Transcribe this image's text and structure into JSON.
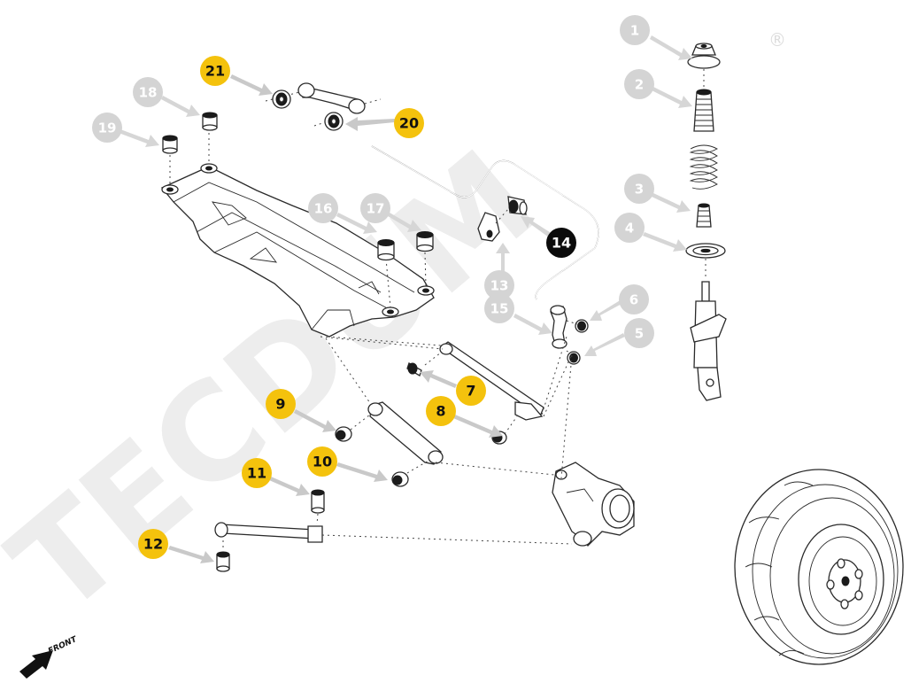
{
  "watermark": {
    "text": "TECDUM",
    "registered_mark": "®"
  },
  "direction_label": "FRONT",
  "callouts": [
    {
      "id": "c1",
      "label": "1",
      "style": "gray",
      "part": "top-strut-mount"
    },
    {
      "id": "c2",
      "label": "2",
      "style": "gray",
      "part": "dust-boot"
    },
    {
      "id": "c3",
      "label": "3",
      "style": "gray",
      "part": "bump-stop"
    },
    {
      "id": "c4",
      "label": "4",
      "style": "gray",
      "part": "spring-seat"
    },
    {
      "id": "c5",
      "label": "5",
      "style": "gray",
      "part": "link-bushing-lower"
    },
    {
      "id": "c6",
      "label": "6",
      "style": "gray",
      "part": "link-bushing-upper"
    },
    {
      "id": "c7",
      "label": "7",
      "style": "yellow",
      "part": "trailing-arm-bushing-front"
    },
    {
      "id": "c8",
      "label": "8",
      "style": "yellow",
      "part": "trailing-arm-bushing-rear"
    },
    {
      "id": "c9",
      "label": "9",
      "style": "yellow",
      "part": "lower-arm-bushing-inner"
    },
    {
      "id": "c10",
      "label": "10",
      "style": "yellow",
      "part": "lower-arm-bushing-outer"
    },
    {
      "id": "c11",
      "label": "11",
      "style": "yellow",
      "part": "toe-link-bushing-outer"
    },
    {
      "id": "c12",
      "label": "12",
      "style": "yellow",
      "part": "toe-link-bushing-inner"
    },
    {
      "id": "c13",
      "label": "13",
      "style": "gray",
      "part": "stabilizer-clamp"
    },
    {
      "id": "c14",
      "label": "14",
      "style": "black",
      "part": "stabilizer-bushing"
    },
    {
      "id": "c15",
      "label": "15",
      "style": "gray",
      "part": "stabilizer-link"
    },
    {
      "id": "c16",
      "label": "16",
      "style": "gray",
      "part": "subframe-mount-rear-left"
    },
    {
      "id": "c17",
      "label": "17",
      "style": "gray",
      "part": "subframe-mount-rear-right"
    },
    {
      "id": "c18",
      "label": "18",
      "style": "gray",
      "part": "subframe-mount-front-right"
    },
    {
      "id": "c19",
      "label": "19",
      "style": "gray",
      "part": "subframe-mount-front-left"
    },
    {
      "id": "c20",
      "label": "20",
      "style": "yellow",
      "part": "upper-arm-bushing-rear"
    },
    {
      "id": "c21",
      "label": "21",
      "style": "yellow",
      "part": "upper-arm-bushing-front"
    }
  ],
  "colors": {
    "highlight_yellow": "#f4c20d",
    "callout_gray": "#d4d4d4",
    "callout_black": "#0b0b0b",
    "watermark_gray": "#ededed",
    "line_art": "#2a2a2a"
  }
}
